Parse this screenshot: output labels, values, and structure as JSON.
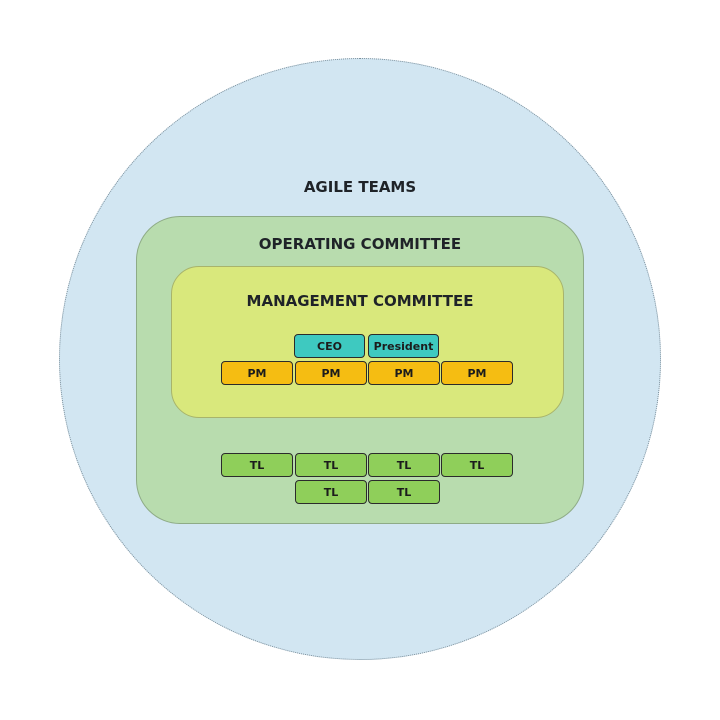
{
  "diagram": {
    "agile_teams": {
      "label": "AGILE TEAMS",
      "color": "#d2e6f2"
    },
    "operating_committee": {
      "label": "OPERATING COMMITTEE",
      "color": "#b8dcae"
    },
    "management_committee": {
      "label": "MANAGEMENT COMMITTEE",
      "color": "#d9e87c"
    },
    "executives": [
      {
        "label": "CEO",
        "color": "#3ec9c0"
      },
      {
        "label": "President",
        "color": "#3ec9c0"
      }
    ],
    "project_managers": [
      {
        "label": "PM",
        "color": "#f5bd12"
      },
      {
        "label": "PM",
        "color": "#f5bd12"
      },
      {
        "label": "PM",
        "color": "#f5bd12"
      },
      {
        "label": "PM",
        "color": "#f5bd12"
      }
    ],
    "team_leads": [
      {
        "label": "TL",
        "color": "#8fcf5a"
      },
      {
        "label": "TL",
        "color": "#8fcf5a"
      },
      {
        "label": "TL",
        "color": "#8fcf5a"
      },
      {
        "label": "TL",
        "color": "#8fcf5a"
      },
      {
        "label": "TL",
        "color": "#8fcf5a"
      },
      {
        "label": "TL",
        "color": "#8fcf5a"
      }
    ]
  }
}
